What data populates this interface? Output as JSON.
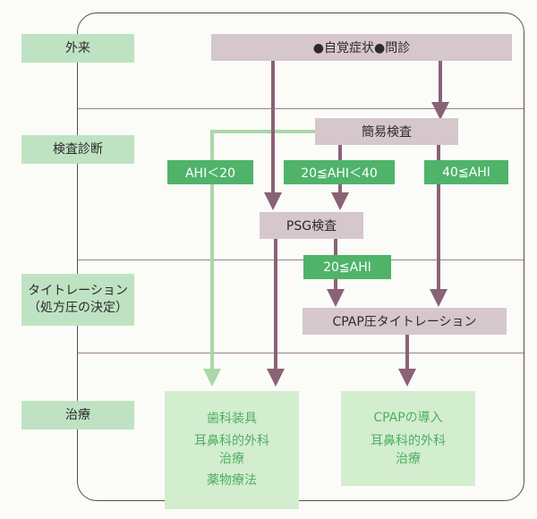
{
  "stages": {
    "outpatient": "外来",
    "exam": "検査診断",
    "titration_line1": "タイトレーション",
    "titration_line2": "（処方圧の決定）",
    "treatment": "治療"
  },
  "nodes": {
    "symptoms": "●自覚症状●問診",
    "simple_test": "簡易検査",
    "psg_test": "PSG検査",
    "cpap_titration": "CPAP圧タイトレーション"
  },
  "conditions": {
    "ahi_lt_20": "AHI＜20",
    "ahi_20_40": "20≦AHI＜40",
    "ahi_ge_40": "40≦AHI",
    "ahi_ge_20": "20≦AHI"
  },
  "treatments": {
    "left": [
      "歯科装具",
      "耳鼻科的外科",
      "治療",
      "薬物療法"
    ],
    "right": [
      "CPAPの導入",
      "耳鼻科的外科",
      "治療"
    ]
  },
  "colors": {
    "mauve_arrow": "#8a6276",
    "green_arrow": "#a9d8a9",
    "mauve_box": "#d6c7cc",
    "green_label": "#4fb36a"
  }
}
